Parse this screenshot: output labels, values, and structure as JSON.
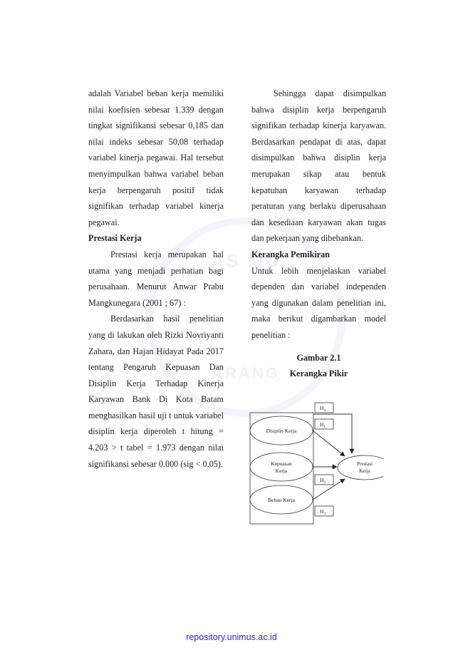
{
  "watermark": {
    "top_text": "AS MU",
    "bottom_text": "ARANG"
  },
  "left_column": {
    "p1": "adalah Variabel beban kerja memiliki nilai koefisien sebesar 1.339 dengan tingkat signifikansi sebesar 0,185 dan nilai indeks sebesar 50,08 terhadap variabel kinerja pegawai. Hal tersebut menyimpulkan bahwa variabel beban kerja berpengaruh positif tidak signifikan terhadap variabel kinerja pegawai.",
    "heading": "Prestasi Kerja",
    "p2": "Prestasi kerja merupakan hal utama yang menjadi perhatian bagi perusahaan. Menurut Anwar Prabu Mangkunegara (2001 ; 67) :",
    "p3": "Berdasarkan hasil penelitian yang di lakukan oleh Rizki Novriyanti Zahara, dan Hajan Hidayat Pada 2017 tentang Pengaruh Kepuasan Dan Disiplin Kerja Terhadap Kinerja Karyawan Bank Di Kota Batam menghasilkan hasil uji t untuk variabel disiplin kerja diperoleh t hitung = 4.203 > t tabel = 1.973 dengan nilai signifikansi sebesar 0.000 (sig < 0,05)."
  },
  "right_column": {
    "p1": "Sehingga dapat disimpulkan bahwa disiplin kerja berpengaruh signifikan terhadap kinerja karyawan. Berdasarkan pendapat di atas, dapat disimpulkan bahwa disiplin kerja merupakan sikap atau bentuk kepatuhan karyawan terhadap peraturan yang berlaku diperusahaan dan kesediaan karyawan akan tugas dan pekerjaan yang dibebankan.",
    "heading": "Kerangka Pemikiran",
    "p2": "Untuk lebih menjelaskan variabel dependen dan variabel independen yang digunakan dalam penelitian ini, maka berikut digambarkan model penelitian :",
    "figure_title": "Gambar 2.1",
    "figure_subtitle": "Kerangka Pikir"
  },
  "diagram": {
    "node_disiplin": "Disiplin Kerja",
    "node_kepuasan_1": "Kepuasan",
    "node_kepuasan_2": "Kerja",
    "node_beban": "Beban Kerja",
    "node_prestasi_1": "Prestasi",
    "node_prestasi_2": "Kerja",
    "h1": "H",
    "h1_sub": "1",
    "h2": "H",
    "h2_sub": "2",
    "h3": "H",
    "h3_sub": "3",
    "h4": "H",
    "h4_sub": "4"
  },
  "footer": {
    "url": "repository.unimus.ac.id"
  }
}
